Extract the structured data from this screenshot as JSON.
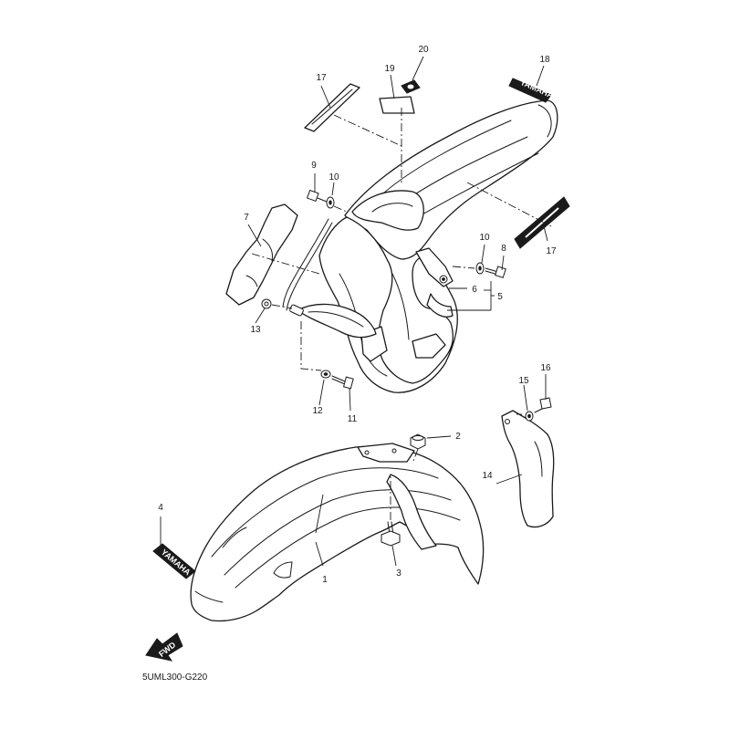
{
  "diagram": {
    "code": "5UML300-G220",
    "direction_tag": "FWD",
    "brand_decal_text": "YAMAHA",
    "callouts": [
      {
        "id": "c1",
        "number": "1"
      },
      {
        "id": "c2",
        "number": "2"
      },
      {
        "id": "c3",
        "number": "3"
      },
      {
        "id": "c4",
        "number": "4"
      },
      {
        "id": "c5",
        "number": "5"
      },
      {
        "id": "c6",
        "number": "6"
      },
      {
        "id": "c7",
        "number": "7"
      },
      {
        "id": "c8",
        "number": "8"
      },
      {
        "id": "c9",
        "number": "9"
      },
      {
        "id": "c10a",
        "number": "10"
      },
      {
        "id": "c10b",
        "number": "10"
      },
      {
        "id": "c11",
        "number": "11"
      },
      {
        "id": "c12",
        "number": "12"
      },
      {
        "id": "c13",
        "number": "13"
      },
      {
        "id": "c14",
        "number": "14"
      },
      {
        "id": "c15",
        "number": "15"
      },
      {
        "id": "c16",
        "number": "16"
      },
      {
        "id": "c17a",
        "number": "17"
      },
      {
        "id": "c17b",
        "number": "17"
      },
      {
        "id": "c18",
        "number": "18"
      },
      {
        "id": "c19",
        "number": "19"
      },
      {
        "id": "c20",
        "number": "20"
      }
    ]
  }
}
